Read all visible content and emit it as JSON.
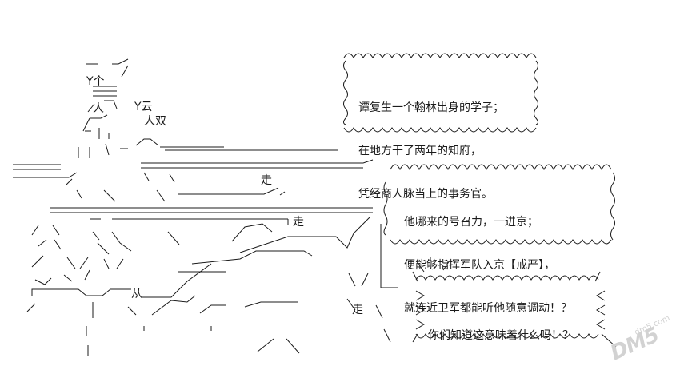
{
  "bubbles": [
    {
      "lines": [
        "谭复生一个翰林出身的学子；",
        "在地方干了两年的知府，",
        "凭经商人脉当上的事务官。"
      ]
    },
    {
      "lines": [
        "他哪来的号召力，一进京；",
        "便能够指挥军队入京【戒严】，",
        "就连近卫军都能听他随意调动！？"
      ]
    },
    {
      "lines": [
        "你们知道这意味着什么吗！？"
      ]
    }
  ],
  "art_glyphs": {
    "walk_left": "走",
    "walk_right": "走",
    "cloud_left": "Y云",
    "pair": "人双",
    "person": "人",
    "man": "Y个",
    "from": "从"
  },
  "watermark": {
    "mark": "DM5",
    "url": "dm5.com"
  }
}
